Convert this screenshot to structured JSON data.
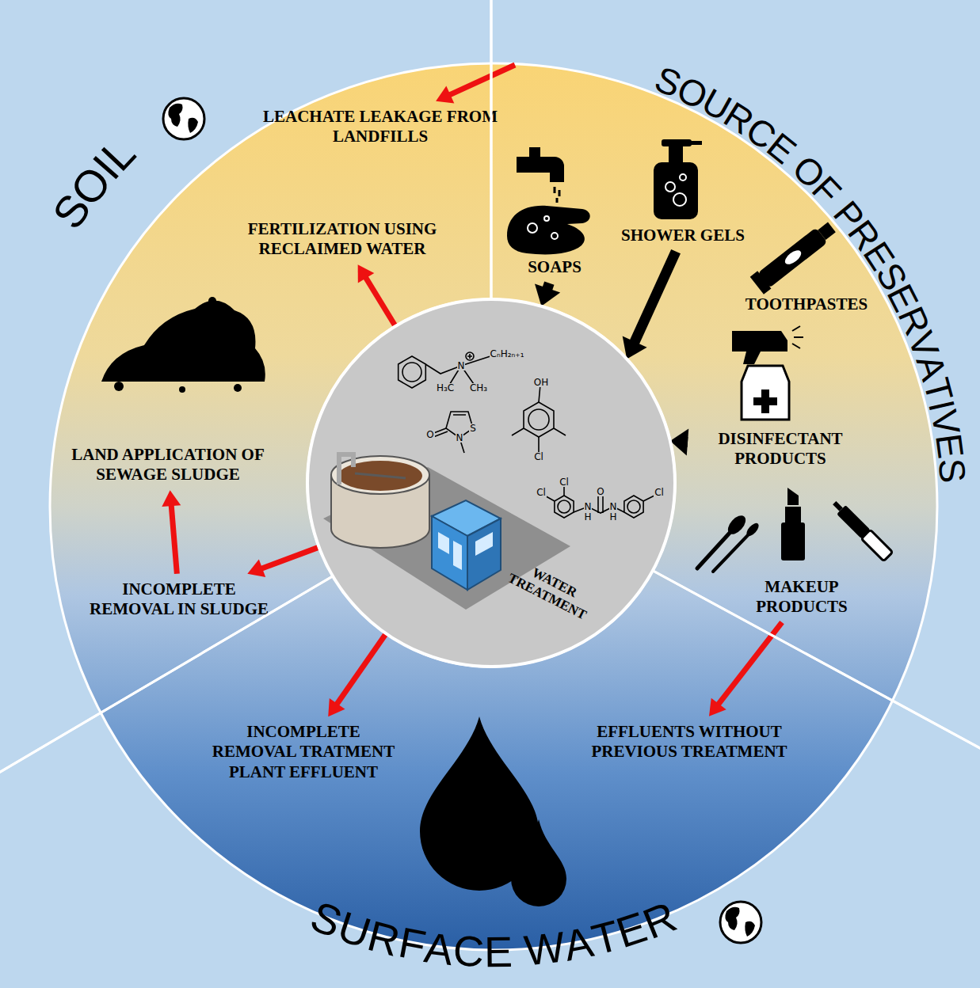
{
  "diagram": {
    "nodes": [
      {
        "text": [
          "SOIL"
        ]
      },
      {
        "text": [
          "SOURCE OF PRESERVATIVES"
        ]
      },
      {
        "text": [
          "SURFACE WATER"
        ]
      },
      {
        "text": [
          "WATER TREATMENT"
        ]
      },
      {
        "text": [
          "LEACHATE LEAKAGE FROM LANDFILLS"
        ],
        "in": 0
      },
      {
        "text": [
          "FERTILIZATION USING RECLAIMED WATER"
        ],
        "in": 0
      },
      {
        "text": [
          "LAND APPLICATION OF SEWAGE SLUDGE"
        ],
        "in": 0
      },
      {
        "text": [
          "INCOMPLETE REMOVAL IN SLUDGE"
        ],
        "in": 0
      },
      {
        "text": [
          "SOAPS"
        ],
        "in": 1
      },
      {
        "text": [
          "SHOWER GELS"
        ],
        "in": 1
      },
      {
        "text": [
          "TOOTHPASTES"
        ],
        "in": 1
      },
      {
        "text": [
          "DISINFECTANT PRODUCTS"
        ],
        "in": 1
      },
      {
        "text": [
          "MAKEUP PRODUCTS"
        ],
        "in": 1
      },
      {
        "text": [
          "INCOMPLETE REMOVAL TRATMENT PLANT EFFLUENT"
        ],
        "in": 2
      },
      {
        "text": [
          "EFFLUENTS WITHOUT PREVIOUS TREATMENT"
        ],
        "in": 2
      }
    ],
    "edges": [
      {
        "from": 1,
        "to": 4,
        "arrow": "to"
      },
      {
        "from": 8,
        "to": 3,
        "arrow": "to"
      },
      {
        "from": 9,
        "to": 3,
        "arrow": "to"
      },
      {
        "from": 11,
        "to": 3,
        "arrow": "to"
      },
      {
        "from": 3,
        "to": 5,
        "arrow": "to"
      },
      {
        "from": 3,
        "to": 7,
        "arrow": "to"
      },
      {
        "from": 7,
        "to": 6,
        "arrow": "to"
      },
      {
        "from": 3,
        "to": 13,
        "arrow": "to"
      },
      {
        "from": 12,
        "to": 14,
        "arrow": "to"
      }
    ],
    "labels": [
      "CₙH₂ₙ₊₁",
      "N",
      "H₃C",
      "CH₃",
      "O",
      "N",
      "S",
      "OH",
      "Cl",
      "Cl",
      "Cl",
      "O",
      "N",
      "H",
      "N",
      "H",
      "Cl"
    ]
  }
}
